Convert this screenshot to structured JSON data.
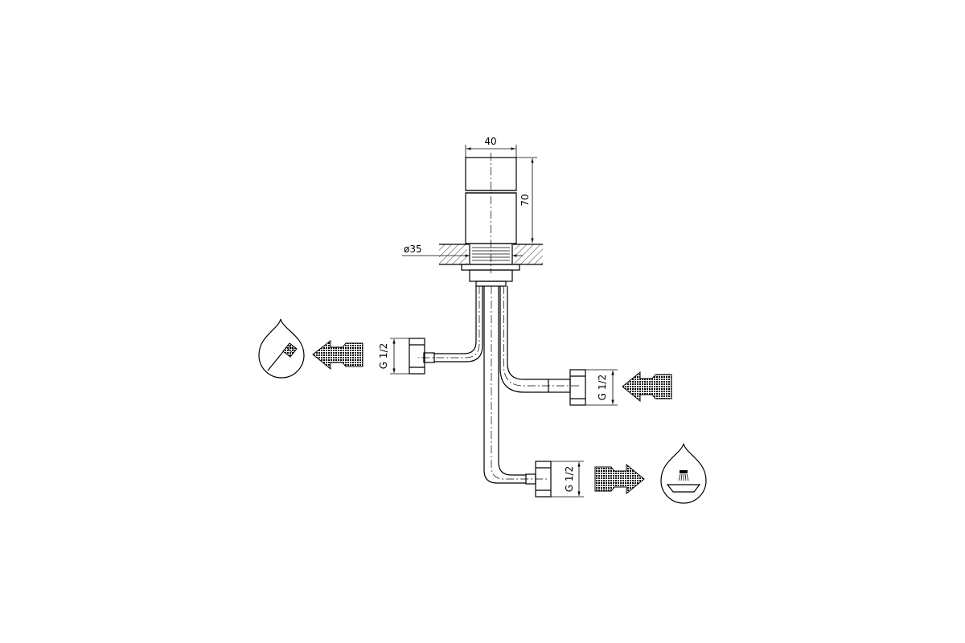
{
  "dimensions": {
    "width_label": "40",
    "height_label": "70",
    "diameter_label": "ø35"
  },
  "connections": {
    "left_outlet_thread": "G 1/2",
    "right_inlet_thread": "G 1/2",
    "bottom_outlet_thread": "G 1/2"
  },
  "icons": {
    "left_outlet": "drop-brush-icon",
    "bottom_outlet": "drop-basin-icon",
    "arrows": "dotted-flow-arrow-icon"
  },
  "colors": {
    "line": "#000000",
    "background": "#ffffff"
  }
}
